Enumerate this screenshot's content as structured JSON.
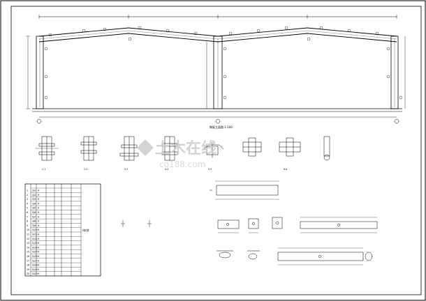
{
  "drawing": {
    "frame_title": "",
    "main_view_label": "钢架立面图 1:100",
    "section_labels": [
      "1-1",
      "2-2",
      "3-3",
      "4-4",
      "5-5",
      "6-6"
    ],
    "watermark": "土木在线",
    "watermark_url": "co188.com"
  },
  "table": {
    "side_label": "材料表",
    "rows": [
      [
        "1",
        "GJ1",
        "H",
        "",
        "",
        ""
      ],
      [
        "2",
        "GJ2",
        "H",
        "",
        "",
        ""
      ],
      [
        "3",
        "GJ3",
        "H",
        "",
        "",
        ""
      ],
      [
        "4",
        "GJ4",
        "H",
        "",
        "",
        ""
      ],
      [
        "5",
        "GJ5",
        "H",
        "",
        "",
        ""
      ],
      [
        "6",
        "GJ6",
        "H",
        "",
        "",
        ""
      ],
      [
        "7",
        "GJ7",
        "H",
        "",
        "",
        ""
      ],
      [
        "8",
        "GJ8",
        "H",
        "",
        "",
        ""
      ],
      [
        "9",
        "GJ9",
        "H",
        "",
        "",
        ""
      ],
      [
        "10",
        "GJ10",
        "H",
        "",
        "",
        ""
      ],
      [
        "11",
        "GJ11",
        "H",
        "",
        "",
        ""
      ],
      [
        "12",
        "GJ12",
        "H",
        "",
        "",
        ""
      ],
      [
        "13",
        "GJ13",
        "H",
        "",
        "",
        ""
      ],
      [
        "14",
        "GJ14",
        "H",
        "",
        "",
        ""
      ],
      [
        "15",
        "GJ15",
        "H",
        "",
        "",
        ""
      ],
      [
        "16",
        "GJ16",
        "H",
        "",
        "",
        ""
      ],
      [
        "17",
        "GJ17",
        "H",
        "",
        "",
        ""
      ],
      [
        "18",
        "GJ18",
        "H",
        "",
        "",
        ""
      ],
      [
        "19",
        "GJ19",
        "H",
        "",
        "",
        ""
      ],
      [
        "20",
        "GJ20",
        "H",
        "",
        "",
        ""
      ]
    ]
  }
}
